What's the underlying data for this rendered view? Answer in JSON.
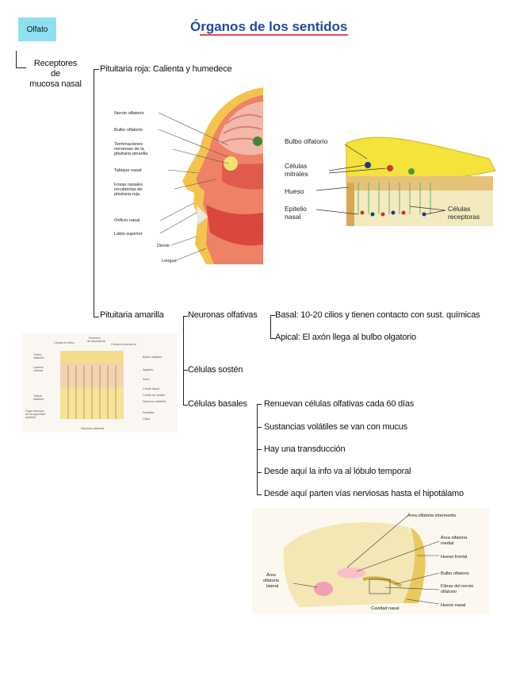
{
  "header": {
    "badge": "Olfato",
    "title": "Órganos de los sentidos"
  },
  "tree": {
    "root": {
      "line1": "Receptores",
      "line2": "de",
      "line3": "mucosa nasal"
    },
    "pituitaria_roja": "Pituitaria roja: Calienta y humedece",
    "pituitaria_amarilla": "Pituitaria amarilla",
    "neuronas": "Neuronas olfativas",
    "basal": "Basal:  10-20 cilios y tienen contacto con sust. químicas",
    "apical": "Apical: El axón llega al bulbo olgatorio",
    "sosten": "Células sostén",
    "basales": "Células basales",
    "basales_items": [
      "Renuevan células olfativas cada 60 días",
      "Sustancias volátiles se van con mucus",
      "Hay una transducción",
      "Desde aquí la info va al lóbulo temporal",
      "Desde aquí parten vías nerviosas hasta el hipotálamo"
    ]
  },
  "figure_head": {
    "labels": [
      "Nervio olfatorio",
      "Bulbo olfatorio",
      "Terminaciones",
      "nerviosas de la",
      "pituitaria amarilla",
      "Tabique nasal",
      "Fosas nasales",
      "recubiertas de",
      "pituitaria roja",
      "Orificio nasal",
      "Labio superior",
      "Diente",
      "Lengua"
    ]
  },
  "figure_bulb": {
    "labels": [
      "Bulbo olfatorio",
      "Células",
      "mitrales",
      "Hueso",
      "Epitelio",
      "nasal",
      "Células",
      "receptoras"
    ]
  },
  "figure_epithelium": {
    "labels": [
      "Célula en mitra",
      "Neurona",
      "de asociación",
      "Célula en penacho",
      "Tracto",
      "olfatorio",
      "Lámina",
      "cribosa",
      "Tubulo",
      "olfatorio",
      "Capa mucosa",
      "de la superficie",
      "epitelial",
      "Bulbo olfatorio",
      "Agujero",
      "Axón",
      "Célula basal",
      "Célula de sostén",
      "Neurona olfatoria",
      "Dendrita",
      "Cilios",
      "Vesícula olfatoria"
    ]
  },
  "figure_brain": {
    "labels": [
      "Área olfatoria intermedia",
      "Área olfatoria",
      "medial",
      "Hueso frontal",
      "Bulbo olfatorio",
      "Fibras del nervio",
      "olfatorio",
      "Hueso nasal",
      "Cavidad nasal",
      "Área",
      "olfatoria",
      "lateral"
    ]
  }
}
